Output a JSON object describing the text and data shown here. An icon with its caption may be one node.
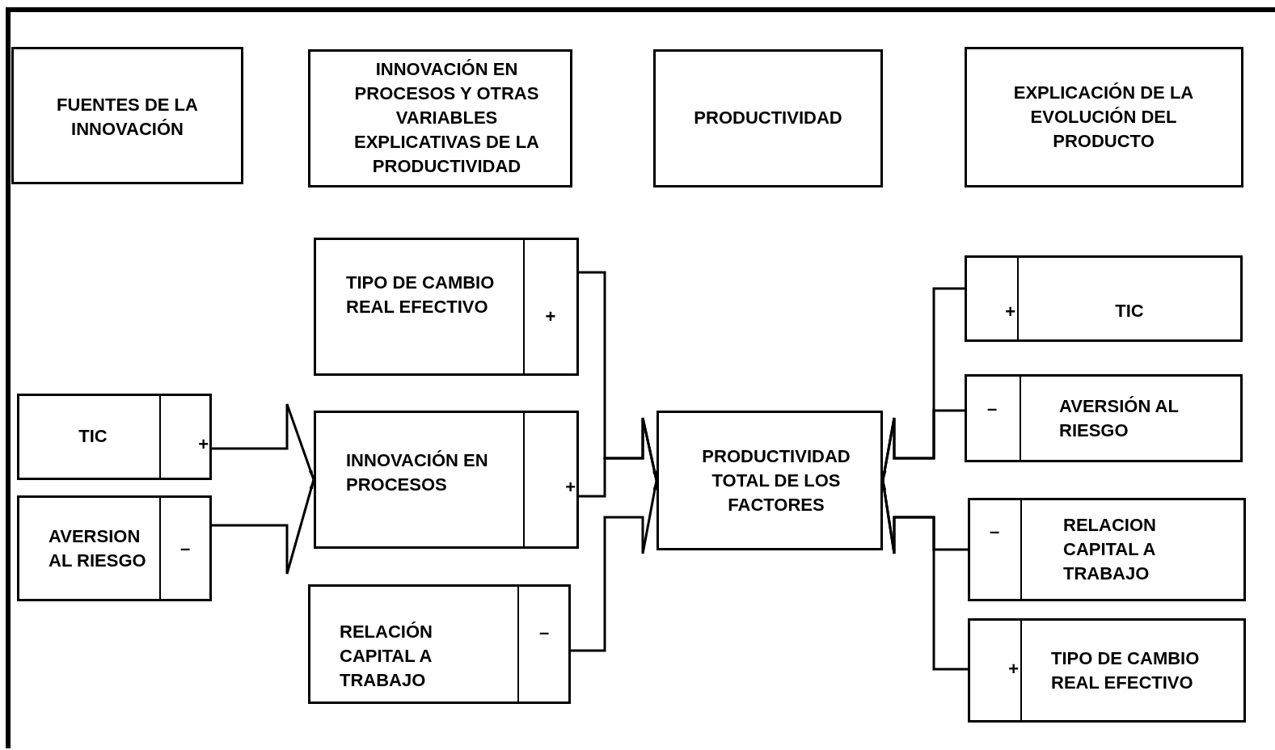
{
  "diagram": {
    "nodes": [
      {
        "text": [
          "FUENTES DE LA INNOVACIÓN"
        ]
      },
      {
        "text": [
          "INNOVACIÓN EN PROCESOS Y OTRAS VARIABLES EXPLICATIVAS DE LA PRODUCTIVIDAD"
        ]
      },
      {
        "text": [
          "PRODUCTIVIDAD"
        ]
      },
      {
        "text": [
          "EXPLICACIÓN DE LA EVOLUCIÓN DEL PRODUCTO"
        ]
      },
      {
        "text": [
          "TIC",
          "+"
        ]
      },
      {
        "text": [
          "AVERSION AL RIESGO",
          "–"
        ]
      },
      {
        "text": [
          "TIPO DE CAMBIO REAL EFECTIVO",
          "+"
        ]
      },
      {
        "text": [
          "INNOVACIÓN EN PROCESOS",
          "+"
        ]
      },
      {
        "text": [
          "RELACIÓN CAPITAL A TRABAJO",
          "–"
        ]
      },
      {
        "text": [
          "PRODUCTIVIDAD TOTAL DE LOS FACTORES"
        ]
      },
      {
        "text": [
          "+",
          "TIC"
        ]
      },
      {
        "text": [
          "–",
          "AVERSIÓN AL RIESGO"
        ]
      },
      {
        "text": [
          "–",
          "RELACION CAPITAL A TRABAJO"
        ]
      },
      {
        "text": [
          "+",
          "TIPO DE CAMBIO REAL EFECTIVO"
        ]
      }
    ],
    "edges": [
      {
        "from": 4,
        "to": 7,
        "arrow": "to"
      },
      {
        "from": 5,
        "to": 7,
        "arrow": "to"
      },
      {
        "from": 6,
        "to": 9,
        "arrow": "to"
      },
      {
        "from": 7,
        "to": 9,
        "arrow": "to"
      },
      {
        "from": 8,
        "to": 9,
        "arrow": "to"
      },
      {
        "from": 10,
        "to": 9,
        "arrow": "to"
      },
      {
        "from": 11,
        "to": 9,
        "arrow": "to"
      },
      {
        "from": 12,
        "to": 9,
        "arrow": "to"
      },
      {
        "from": 13,
        "to": 9,
        "arrow": "to"
      }
    ]
  }
}
